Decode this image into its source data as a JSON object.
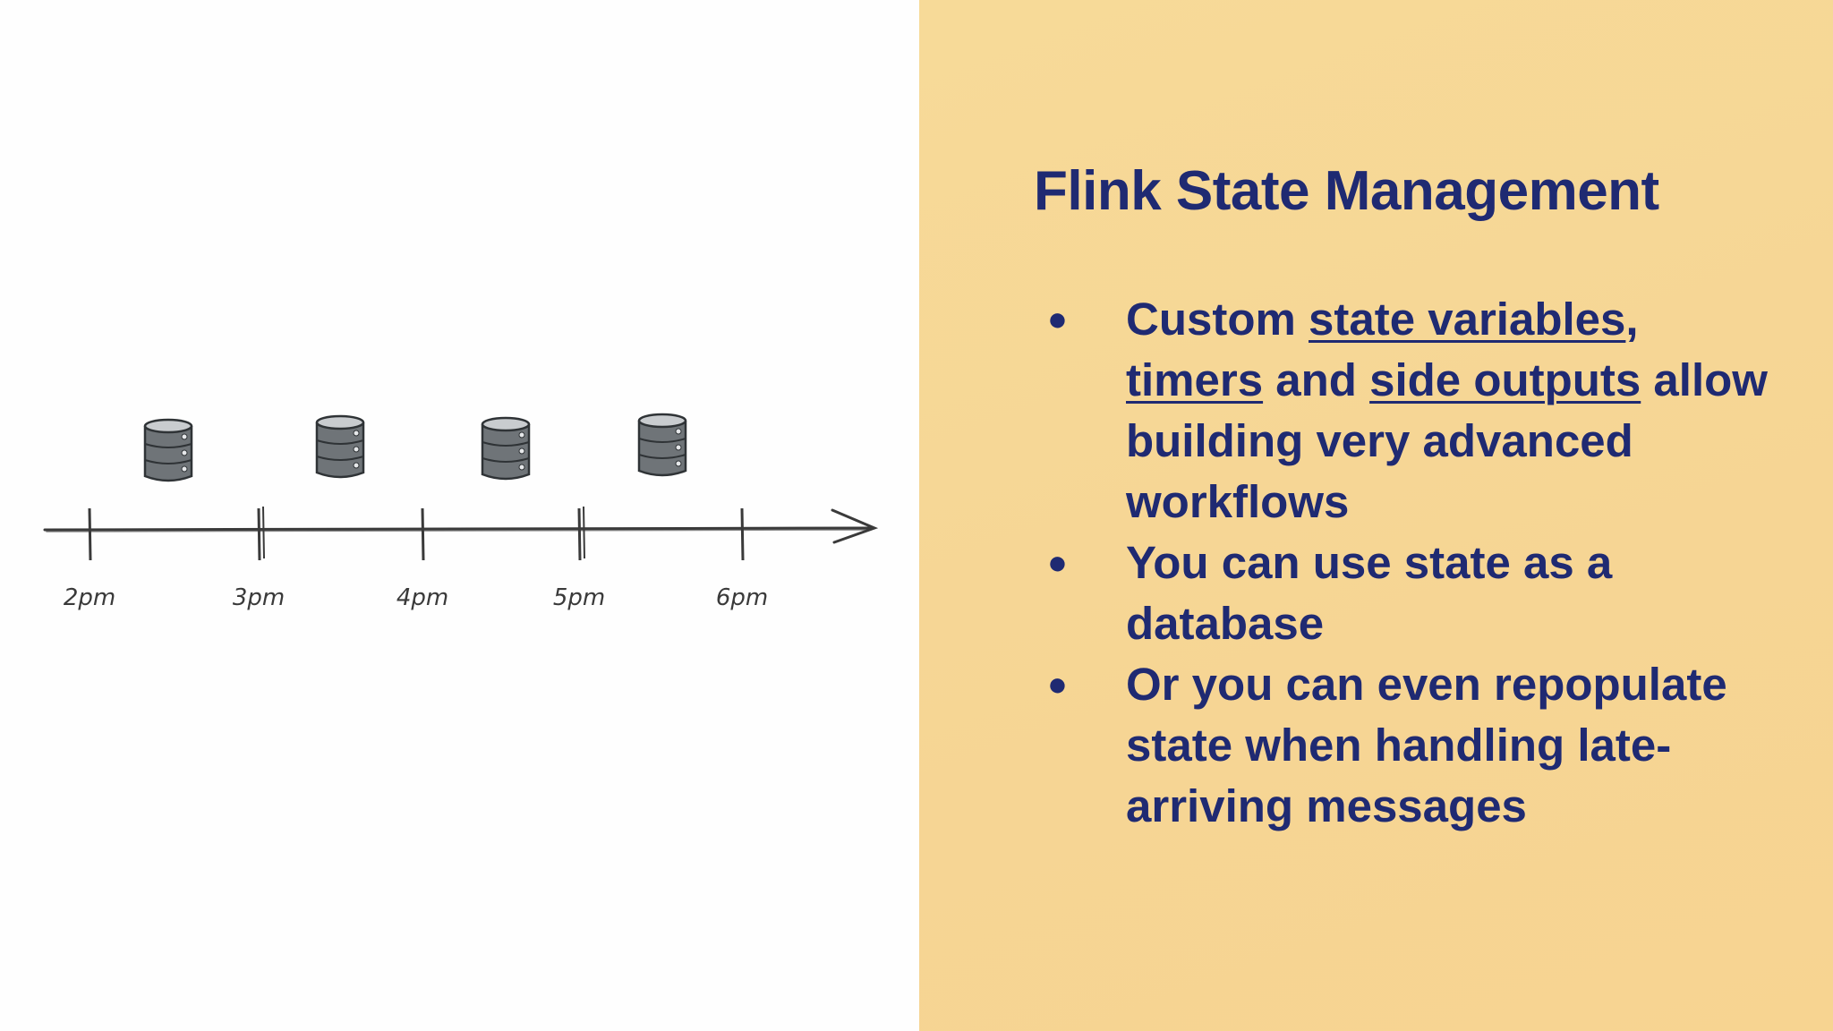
{
  "slide": {
    "title": "Flink State Management",
    "bullets": [
      {
        "parts": [
          {
            "text": "Custom ",
            "link": false
          },
          {
            "text": "state variables",
            "link": true
          },
          {
            "text": ", ",
            "link": false
          },
          {
            "text": "timers",
            "link": true
          },
          {
            "text": " and ",
            "link": false
          },
          {
            "text": "side outputs",
            "link": true
          },
          {
            "text": " allow building very advanced workflows",
            "link": false
          }
        ]
      },
      {
        "parts": [
          {
            "text": "You can use state as a database",
            "link": false
          }
        ]
      },
      {
        "parts": [
          {
            "text": "Or you can even repopulate state when handling late-arriving messages",
            "link": false
          }
        ]
      }
    ],
    "bullet_symbol": "●"
  },
  "timeline": {
    "ticks": [
      "2pm",
      "3pm",
      "4pm",
      "5pm",
      "6pm"
    ],
    "database_icon_count": 4
  },
  "colors": {
    "text": "#1f2a72",
    "panel": "#f7d794",
    "sketch": "#3a3a3a",
    "db_fill": "#6f7478"
  }
}
